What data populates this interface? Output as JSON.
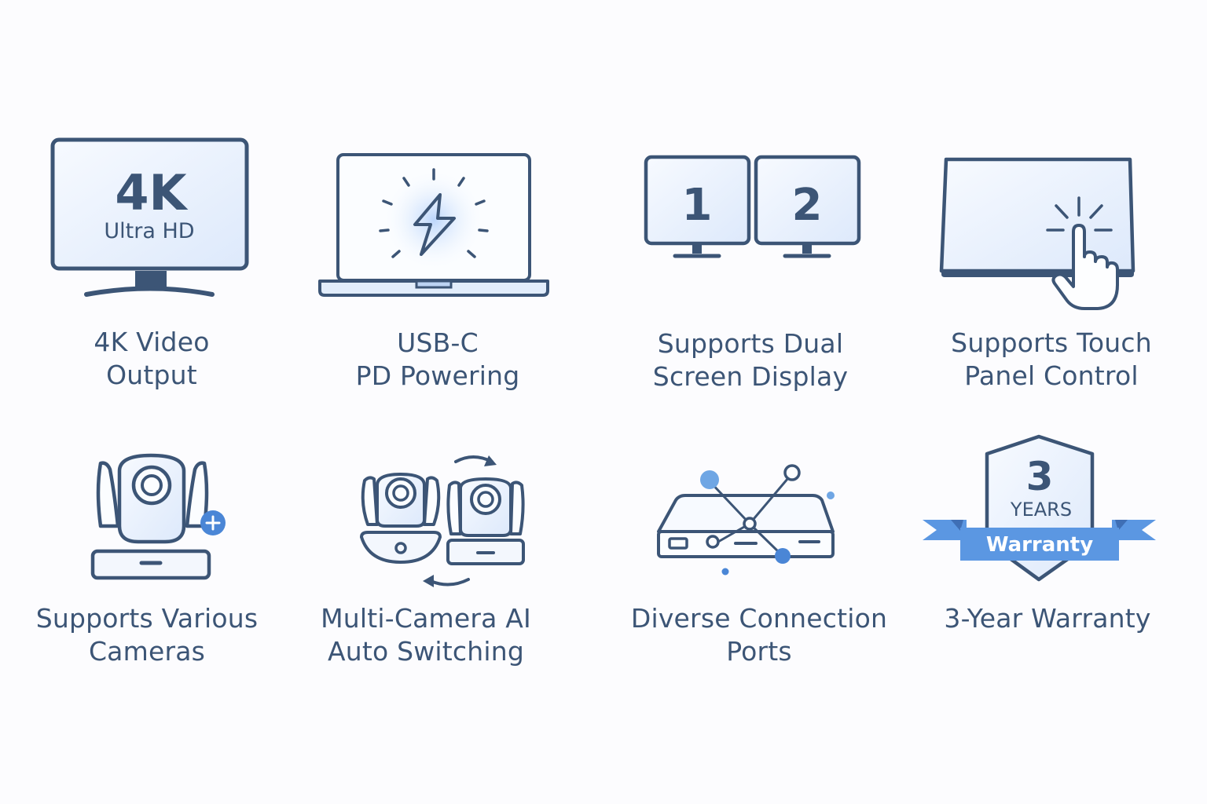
{
  "features": [
    {
      "icon": "4k-monitor-icon",
      "screen_big": "4K",
      "screen_small": "Ultra HD",
      "label_line1": "4K Video",
      "label_line2": "Output"
    },
    {
      "icon": "laptop-power-icon",
      "label_line1": "USB-C",
      "label_line2": "PD Powering"
    },
    {
      "icon": "dual-monitor-icon",
      "screen_1": "1",
      "screen_2": "2",
      "label_line1": "Supports Dual",
      "label_line2": "Screen Display"
    },
    {
      "icon": "touch-panel-icon",
      "label_line1": "Supports Touch",
      "label_line2": "Panel Control"
    },
    {
      "icon": "ptz-camera-add-icon",
      "label_line1": "Supports Various",
      "label_line2": "Cameras"
    },
    {
      "icon": "camera-switching-icon",
      "label_line1": "Multi-Camera AI",
      "label_line2": "Auto Switching"
    },
    {
      "icon": "connection-hub-icon",
      "label_line1": "Diverse Connection",
      "label_line2": "Ports"
    },
    {
      "icon": "warranty-shield-icon",
      "badge_number": "3",
      "badge_years": "YEARS",
      "ribbon_text": "Warranty",
      "label_line1": "3-Year Warranty",
      "label_line2": ""
    }
  ],
  "colors": {
    "stroke": "#3c5576",
    "accent": "#4a86d6",
    "ribbon": "#5b97e2",
    "screen_fill": "#eaf2fd"
  }
}
